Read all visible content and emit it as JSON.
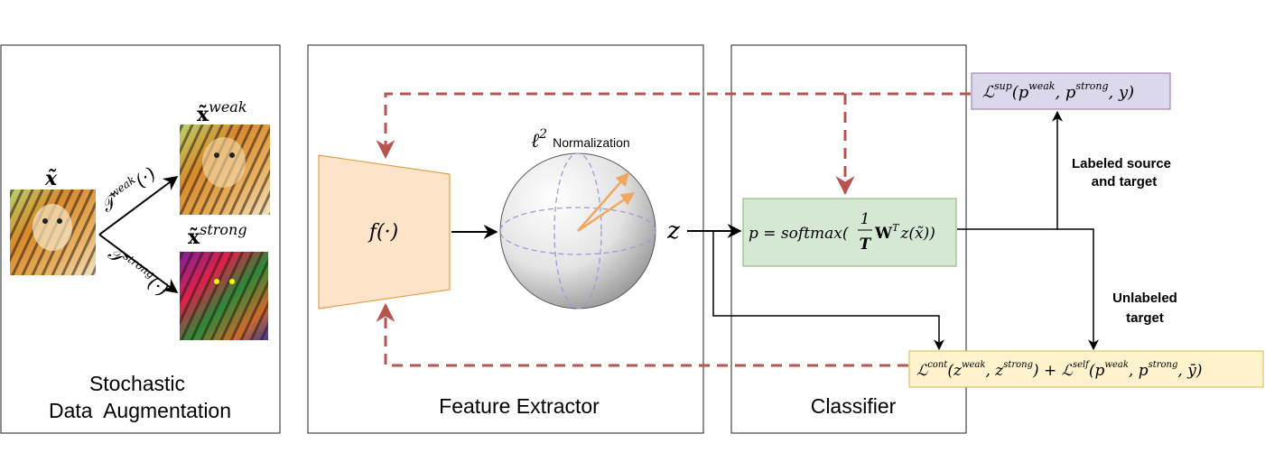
{
  "panels": {
    "augmentation": {
      "label_line1": "Stochastic",
      "label_line2": "Data  Augmentation"
    },
    "feature_extractor": {
      "label": "Feature Extractor"
    },
    "classifier": {
      "label": "Classifier"
    }
  },
  "images": {
    "input_label": "x̃",
    "weak_label_base": "x̃",
    "weak_label_sup": "weak",
    "strong_label_base": "x̃",
    "strong_label_sup": "strong"
  },
  "transforms": {
    "weak": {
      "base": "𝒯",
      "sup": "weak",
      "arg": "(·)"
    },
    "strong": {
      "base": "𝒯",
      "sup": "strong",
      "arg": "(·)"
    }
  },
  "encoder": {
    "label": "f(·)"
  },
  "sphere": {
    "label_math": "ℓ",
    "label_sup": "2",
    "label_text": "Normalization"
  },
  "embedding": {
    "label": "z"
  },
  "classifier_box": {
    "p": "p",
    "eq": " = ",
    "softmax": "softmax(",
    "frac_num": "1",
    "frac_den": "T",
    "W": "W",
    "W_sup": "T",
    "z_arg": "z(x̃))",
    "fill": "#d5e8d4",
    "stroke": "#82b366"
  },
  "sup_loss": {
    "L": "ℒ",
    "L_sup": "sup",
    "args_open": "(p",
    "p1_sup": "weak",
    "comma": ", p",
    "p2_sup": "strong",
    "args_close": ", y)",
    "fill": "#dcd8ec",
    "stroke": "#9673a6"
  },
  "unsup_loss": {
    "L1": "ℒ",
    "L1_sup": "cont",
    "z1": "(z",
    "z1_sup": "weak",
    "z2": ", z",
    "z2_sup": "strong",
    "plus": ") + ℒ",
    "L2_sup": "self",
    "p1": "(p",
    "p1_sup": "weak",
    "p2": ", p",
    "p2_sup": "strong",
    "tail": ", ȳ)",
    "fill": "#fff2cc",
    "stroke": "#d6b656"
  },
  "annotations": {
    "labeled_line1": "Labeled source",
    "labeled_line2": "and target",
    "unlabeled_line1": "Unlabeled",
    "unlabeled_line2": "target"
  },
  "colors": {
    "encoder_fill": "#fde3c8",
    "encoder_stroke": "#e0a04a",
    "gradient_arrow": "#b85450",
    "vector_arrow": "#f0a860",
    "sphere_dash": "#9b9bd8"
  }
}
